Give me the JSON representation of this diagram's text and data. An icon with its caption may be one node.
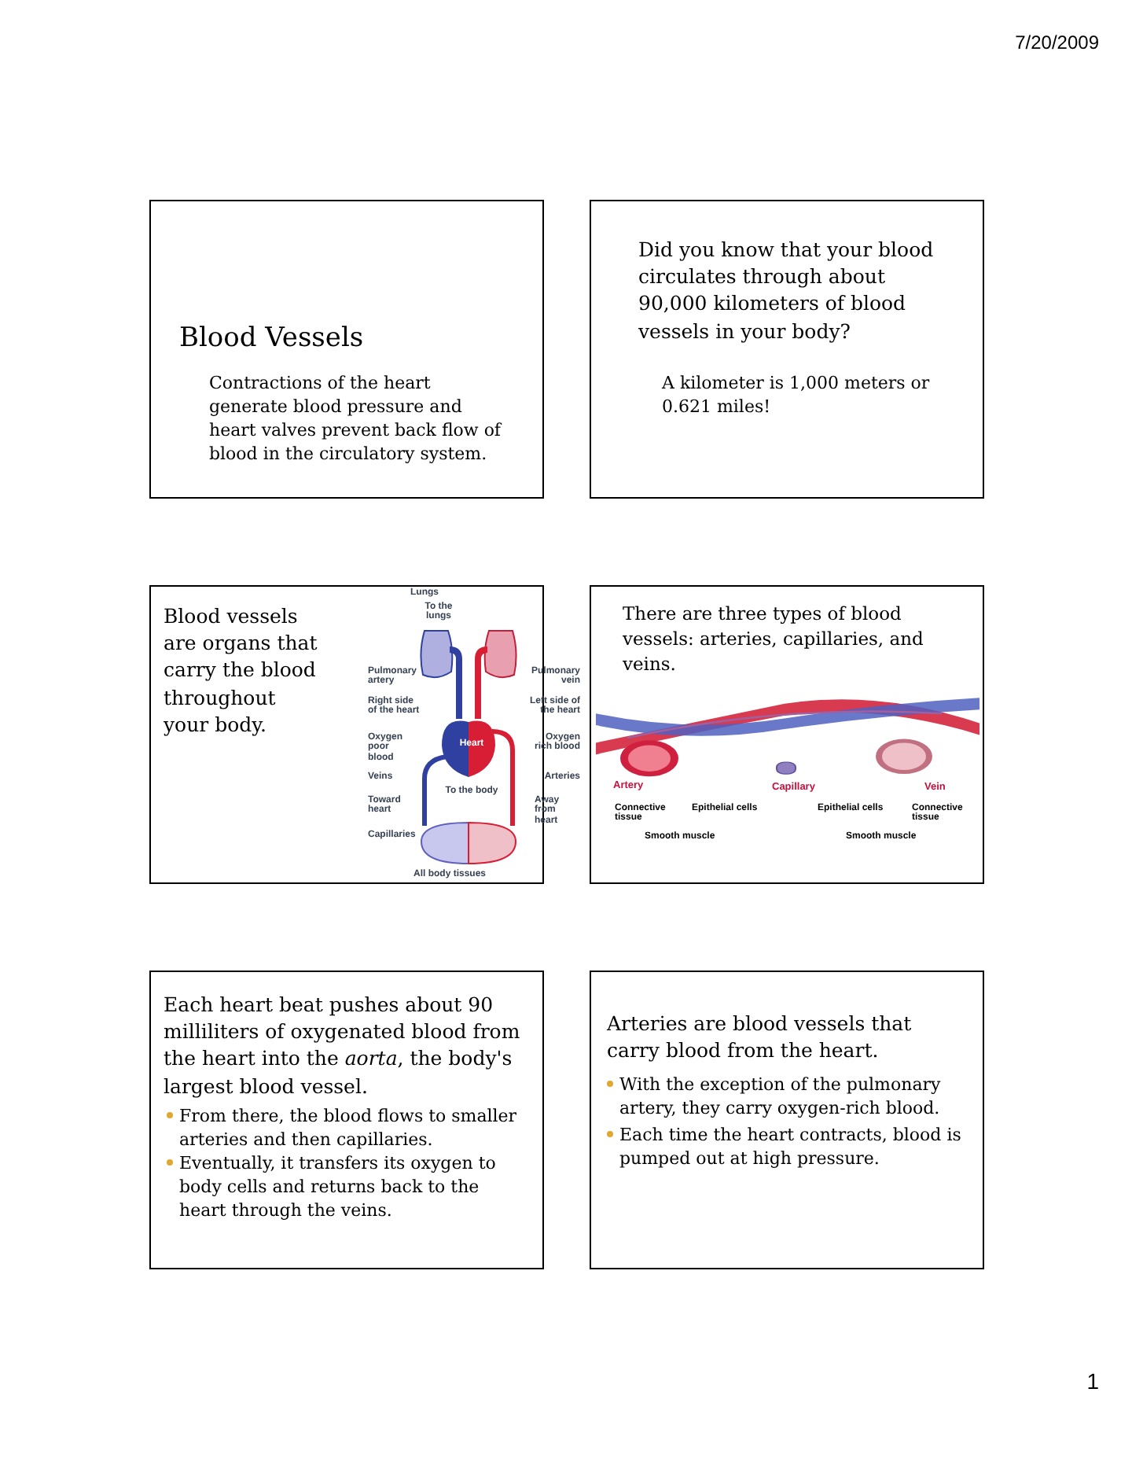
{
  "diagram": {
    "nodes": [
      {
        "text": [
          "Blood Vessels",
          "Contractions of the heart generate blood pressure and heart valves prevent back flow of blood in the circulatory system."
        ]
      },
      {
        "text": [
          "Did you know that your blood circulates through about 90,000 kilometers of blood vessels in your body?",
          "A kilometer is 1,000 meters or 0.621 miles!"
        ]
      },
      {
        "text": [
          "Blood vessels are organs that carry the blood throughout your body."
        ]
      },
      {
        "text": [
          "There are three types of blood vessels: arteries, capillaries, and veins."
        ]
      },
      {
        "text": [
          "Each heart beat pushes about 90 milliliters of oxygenated blood from the heart into the *aorta*, the body's largest blood vessel.",
          "From there, the blood flows to smaller arteries and then capillaries.",
          "Eventually, it transfers its oxygen to body cells and returns back to the heart through the veins."
        ]
      },
      {
        "text": [
          "Arteries are blood vessels that carry blood from the heart.",
          "With the exception of the pulmonary artery, they carry oxygen-rich blood.",
          "Each time the heart contracts, blood is pumped out at high pressure."
        ]
      }
    ],
    "labels": [
      "7/20/2009",
      "Lungs",
      "To the lungs",
      "Pulmonary artery",
      "Pulmonary vein",
      "Right side of the heart",
      "Left side of the heart",
      "Heart",
      "Oxygen poor blood",
      "Oxygen rich blood",
      "Veins",
      "Arteries",
      "To the body",
      "Toward heart",
      "Away from heart",
      "Capillaries",
      "All body tissues",
      "Artery",
      "Capillary",
      "Vein",
      "Connective tissue",
      "Epithelial cells",
      "Epithelial cells",
      "Connective tissue",
      "Smooth muscle",
      "Smooth muscle",
      "1"
    ]
  }
}
